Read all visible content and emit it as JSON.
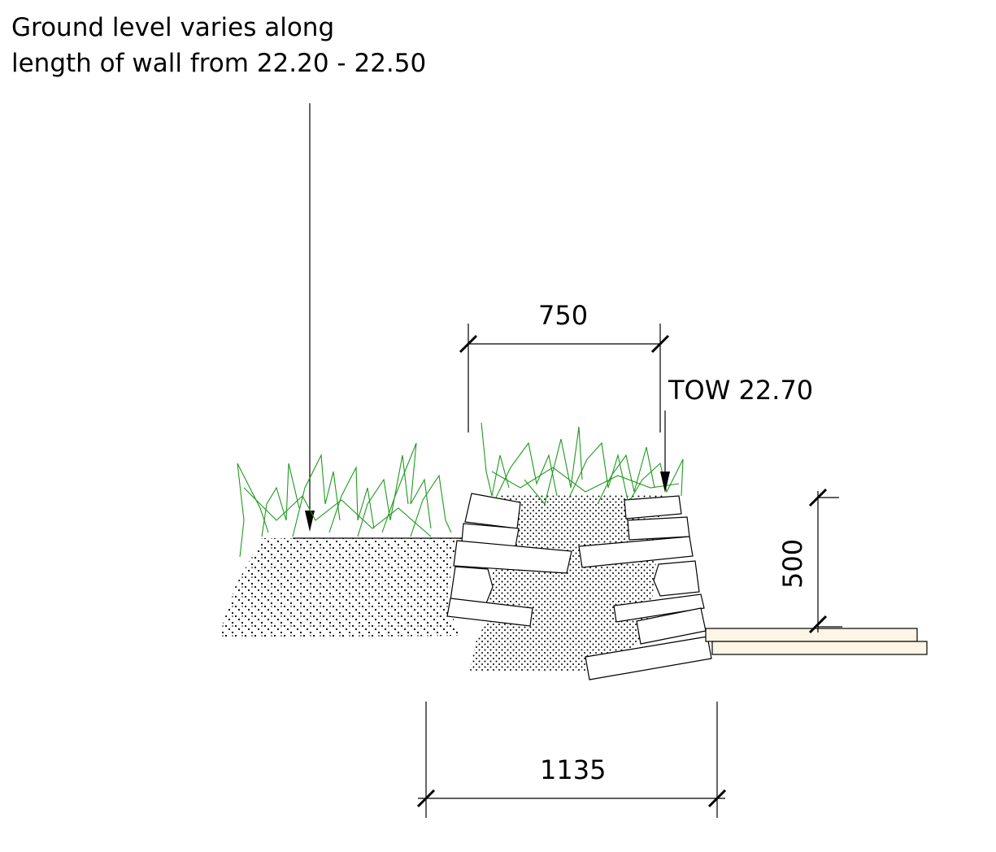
{
  "annotations": {
    "ground_note_line1": "Ground level varies along",
    "ground_note_line2": "length of wall from 22.20 - 22.50",
    "top_of_wall": "TOW 22.70"
  },
  "dimensions": {
    "top_width": "750",
    "base_width": "1135",
    "height": "500"
  },
  "colors": {
    "line": "#000000",
    "grass": "#1f9a1f",
    "paving": "#fdf5e6"
  }
}
